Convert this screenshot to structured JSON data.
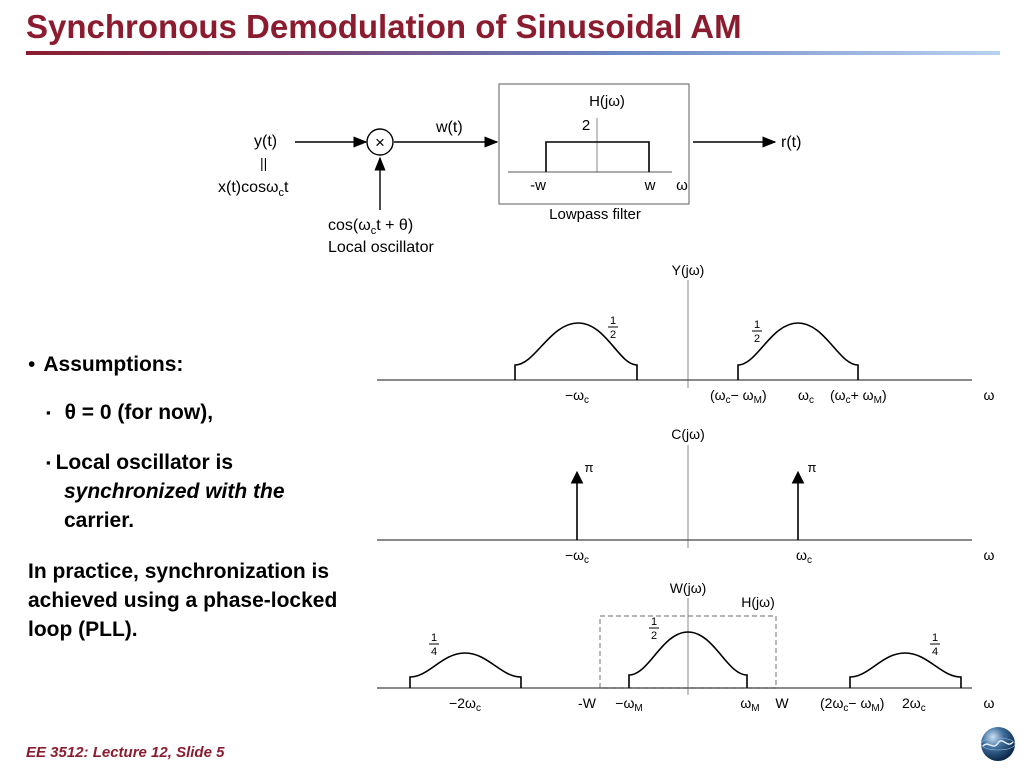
{
  "slide": {
    "title": "Synchronous Demodulation of Sinusoidal AM",
    "footer": "EE 3512: Lecture 12, Slide 5"
  },
  "block_diagram": {
    "input_top": "y(t)",
    "equals": "||",
    "input_bottom_prefix": "x(t)cos",
    "omega": "ω",
    "sub_c": "c",
    "t": "t",
    "multiplier_symbol": "×",
    "oscillator_expr_a": "cos(",
    "oscillator_expr_b": "t + θ)",
    "oscillator_label": "Local oscillator",
    "mixer_output": "w(t)",
    "filter_title": "H(jω)",
    "filter_gain": "2",
    "filter_neg_w": "-w",
    "filter_pos_w": "w",
    "filter_axis": "ω",
    "filter_caption": "Lowpass filter",
    "output": "r(t)"
  },
  "bullets": {
    "marker1": "•",
    "assumptions": "Assumptions:",
    "marker2": "▪",
    "theta_item": "θ = 0 (for now),",
    "marker3": "▪",
    "osc_prefix": "Local oscillator is",
    "osc_italic": "synchronized with the",
    "osc_suffix": "carrier.",
    "practice": "In practice, synchronization is achieved using a phase-locked loop (PLL)."
  },
  "plots": {
    "y_title": "Y(jω)",
    "y_half_left": "1",
    "y_half_left_den": "2",
    "y_half_right": "1",
    "y_half_right_den": "2",
    "y_tick_neg": "−ω",
    "y_tick_diff": "(ω",
    "y_tick_diff_mid": "− ω",
    "y_tick_diff_end": ")",
    "y_tick_c": "ω",
    "y_tick_sum": "(ω",
    "y_tick_sum_mid": "+ ω",
    "y_tick_sum_end": ")",
    "axis_omega": "ω",
    "sub_c": "c",
    "sub_m": "M",
    "c_title": "C(jω)",
    "c_pi": "π",
    "c_tick_neg": "−ω",
    "c_tick_pos": "ω",
    "w_title": "W(jω)",
    "w_filter": "H(jω)",
    "w_quarter": "1",
    "w_quarter_den": "4",
    "w_half": "1",
    "w_half_den": "2",
    "w_tick_neg2": "−2ω",
    "w_tick_negW": "-W",
    "w_tick_negM": "−ω",
    "w_tick_M": "ω",
    "w_tick_W": "W",
    "w_tick_diff": "(2ω",
    "w_tick_diff_mid": "− ω",
    "w_tick_diff_end": ")",
    "w_tick_2c": "2ω"
  }
}
